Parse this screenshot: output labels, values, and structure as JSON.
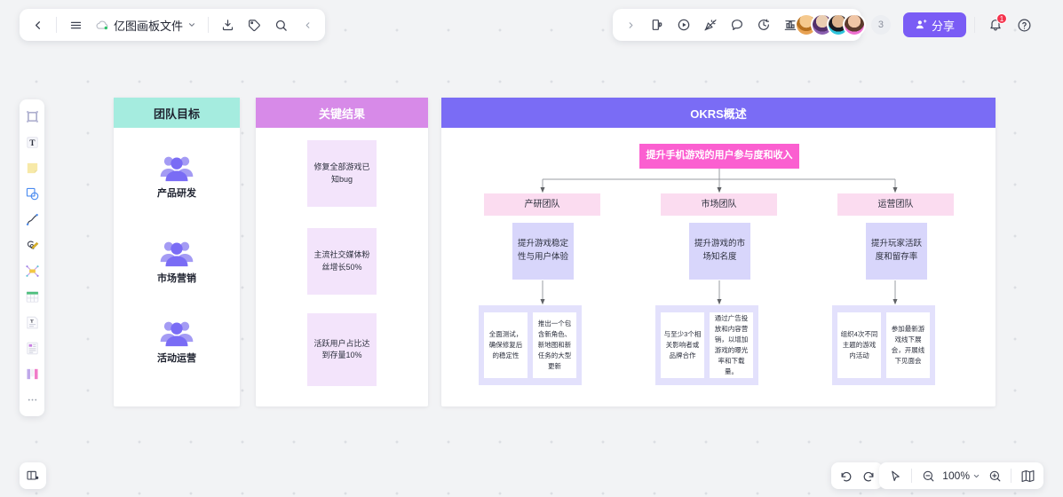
{
  "topbar": {
    "back_icon": "chevron-left-icon",
    "menu_icon": "hamburger-menu-icon",
    "cloud_icon": "cloud-sync-icon",
    "file_name": "亿图画板文件",
    "file_chevron": "chevron-down-icon",
    "download_icon": "download-icon",
    "tag_icon": "tag-icon",
    "search_icon": "search-icon",
    "collapse_icon": "chevron-left-small-icon"
  },
  "tools": {
    "expand_icon": "chevron-right-icon",
    "items": [
      {
        "name": "lock-tool",
        "glyph": "lock"
      },
      {
        "name": "present-tool",
        "glyph": "play"
      },
      {
        "name": "celebrate-tool",
        "glyph": "party"
      },
      {
        "name": "comment-tool",
        "glyph": "chat"
      },
      {
        "name": "timer-tool",
        "glyph": "timer"
      },
      {
        "name": "vote-tool",
        "glyph": "vote"
      },
      {
        "name": "cursor-chat-tool",
        "glyph": "pointer"
      },
      {
        "name": "more-tools",
        "glyph": "chevrons-down"
      }
    ]
  },
  "collab": {
    "avatars": [
      "user-avatar-1",
      "user-avatar-2",
      "user-avatar-3",
      "user-avatar-4"
    ],
    "overflow_count": "3",
    "share_label": "分享",
    "share_icon": "user-add-icon",
    "share_color": "#7a5cf5",
    "bell_icon": "bell-icon",
    "bell_badge": "1",
    "help_icon": "help-circle-icon"
  },
  "left_toolbar": {
    "items": [
      {
        "name": "frame-tool",
        "label": "画框"
      },
      {
        "name": "text-tool",
        "label": "文本"
      },
      {
        "name": "sticky-note-tool",
        "label": "便签"
      },
      {
        "name": "shape-tool",
        "label": "形状"
      },
      {
        "name": "connector-tool",
        "label": "连接线"
      },
      {
        "name": "pen-tool",
        "label": "画笔"
      },
      {
        "name": "mindmap-tool",
        "label": "思维导图"
      },
      {
        "name": "table-tool",
        "label": "表格"
      },
      {
        "name": "doc-tool",
        "label": "文档"
      },
      {
        "name": "template-tool",
        "label": "模板"
      },
      {
        "name": "kanban-tool",
        "label": "看板"
      },
      {
        "name": "more-tool",
        "label": "更多"
      }
    ],
    "bottom_button": "mini-map-toggle"
  },
  "bottom_bar": {
    "undo_icon": "undo-icon",
    "redo_icon": "redo-icon",
    "select_icon": "cursor-select-icon",
    "zoom_out_icon": "zoom-out-icon",
    "zoom_level": "100%",
    "zoom_chevron": "chevron-down-icon",
    "zoom_in_icon": "zoom-in-icon",
    "minimap_icon": "minimap-icon"
  },
  "board": {
    "columns": [
      {
        "name": "team-goals",
        "title": "团队目标",
        "header_color": "#a5ecdf",
        "items": [
          {
            "label": "产品研发",
            "icon": "people-group-icon"
          },
          {
            "label": "市场营销",
            "icon": "people-group-icon"
          },
          {
            "label": "活动运营",
            "icon": "people-group-icon"
          }
        ]
      },
      {
        "name": "key-results",
        "title": "关键结果",
        "header_color": "#d78ae8",
        "items": [
          {
            "text": "修复全部游戏已知bug"
          },
          {
            "text": "主流社交媒体粉丝增长50%"
          },
          {
            "text": "活跃用户占比达到存量10%"
          }
        ]
      },
      {
        "name": "okrs-overview",
        "title": "OKRS概述",
        "header_color": "#7a6cf5"
      }
    ],
    "okrs": {
      "root": {
        "text": "提升手机游戏的用户参与度和收入",
        "color": "#fb5fd0"
      },
      "branches": [
        {
          "team": "产研团队",
          "objective": "提升游戏稳定性与用户体验",
          "key_results": [
            "全面测试，确保修复后的稳定性",
            "推出一个包含新角色、新地图和新任务的大型更新"
          ]
        },
        {
          "team": "市场团队",
          "objective": "提升游戏的市场知名度",
          "key_results": [
            "与至少3个相关影响者或品牌合作",
            "通过广告投放和内容营销，以增加游戏的曝光率和下载量。"
          ]
        },
        {
          "team": "运营团队",
          "objective": "提升玩家活跃度和留存率",
          "key_results": [
            "组织4次不同主题的游戏内活动",
            "参加最新游戏线下展会，开展线下见面会"
          ]
        }
      ]
    }
  }
}
